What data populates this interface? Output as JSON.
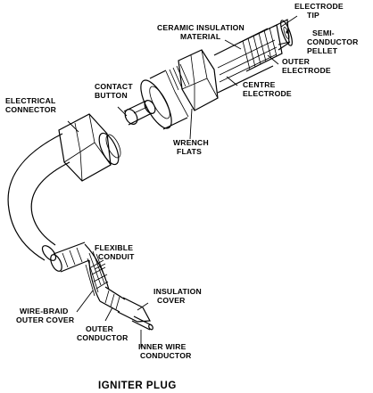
{
  "title": "IGNITER PLUG",
  "labels": {
    "electrode_tip": [
      "ELECTRODE",
      "TIP"
    ],
    "ceramic_insulation": [
      "CERAMIC INSULATION",
      "MATERIAL"
    ],
    "semiconductor_pellet": [
      "SEMI-",
      "CONDUCTOR",
      "PELLET"
    ],
    "outer_electrode": [
      "OUTER",
      "ELECTRODE"
    ],
    "centre_electrode": [
      "CENTRE",
      "ELECTRODE"
    ],
    "contact_button": [
      "CONTACT",
      "BUTTON"
    ],
    "electrical_connector": [
      "ELECTRICAL",
      "CONNECTOR"
    ],
    "wrench_flats": [
      "WRENCH",
      "FLATS"
    ],
    "flexible_conduit": [
      "FLEXIBLE",
      "CONDUIT"
    ],
    "insulation_cover": [
      "INSULATION",
      "COVER"
    ],
    "wire_braid": [
      "WIRE-BRAID",
      "OUTER COVER"
    ],
    "outer_conductor": [
      "OUTER",
      "CONDUCTOR"
    ],
    "inner_wire": [
      "INNER WIRE",
      "CONDUCTOR"
    ]
  }
}
